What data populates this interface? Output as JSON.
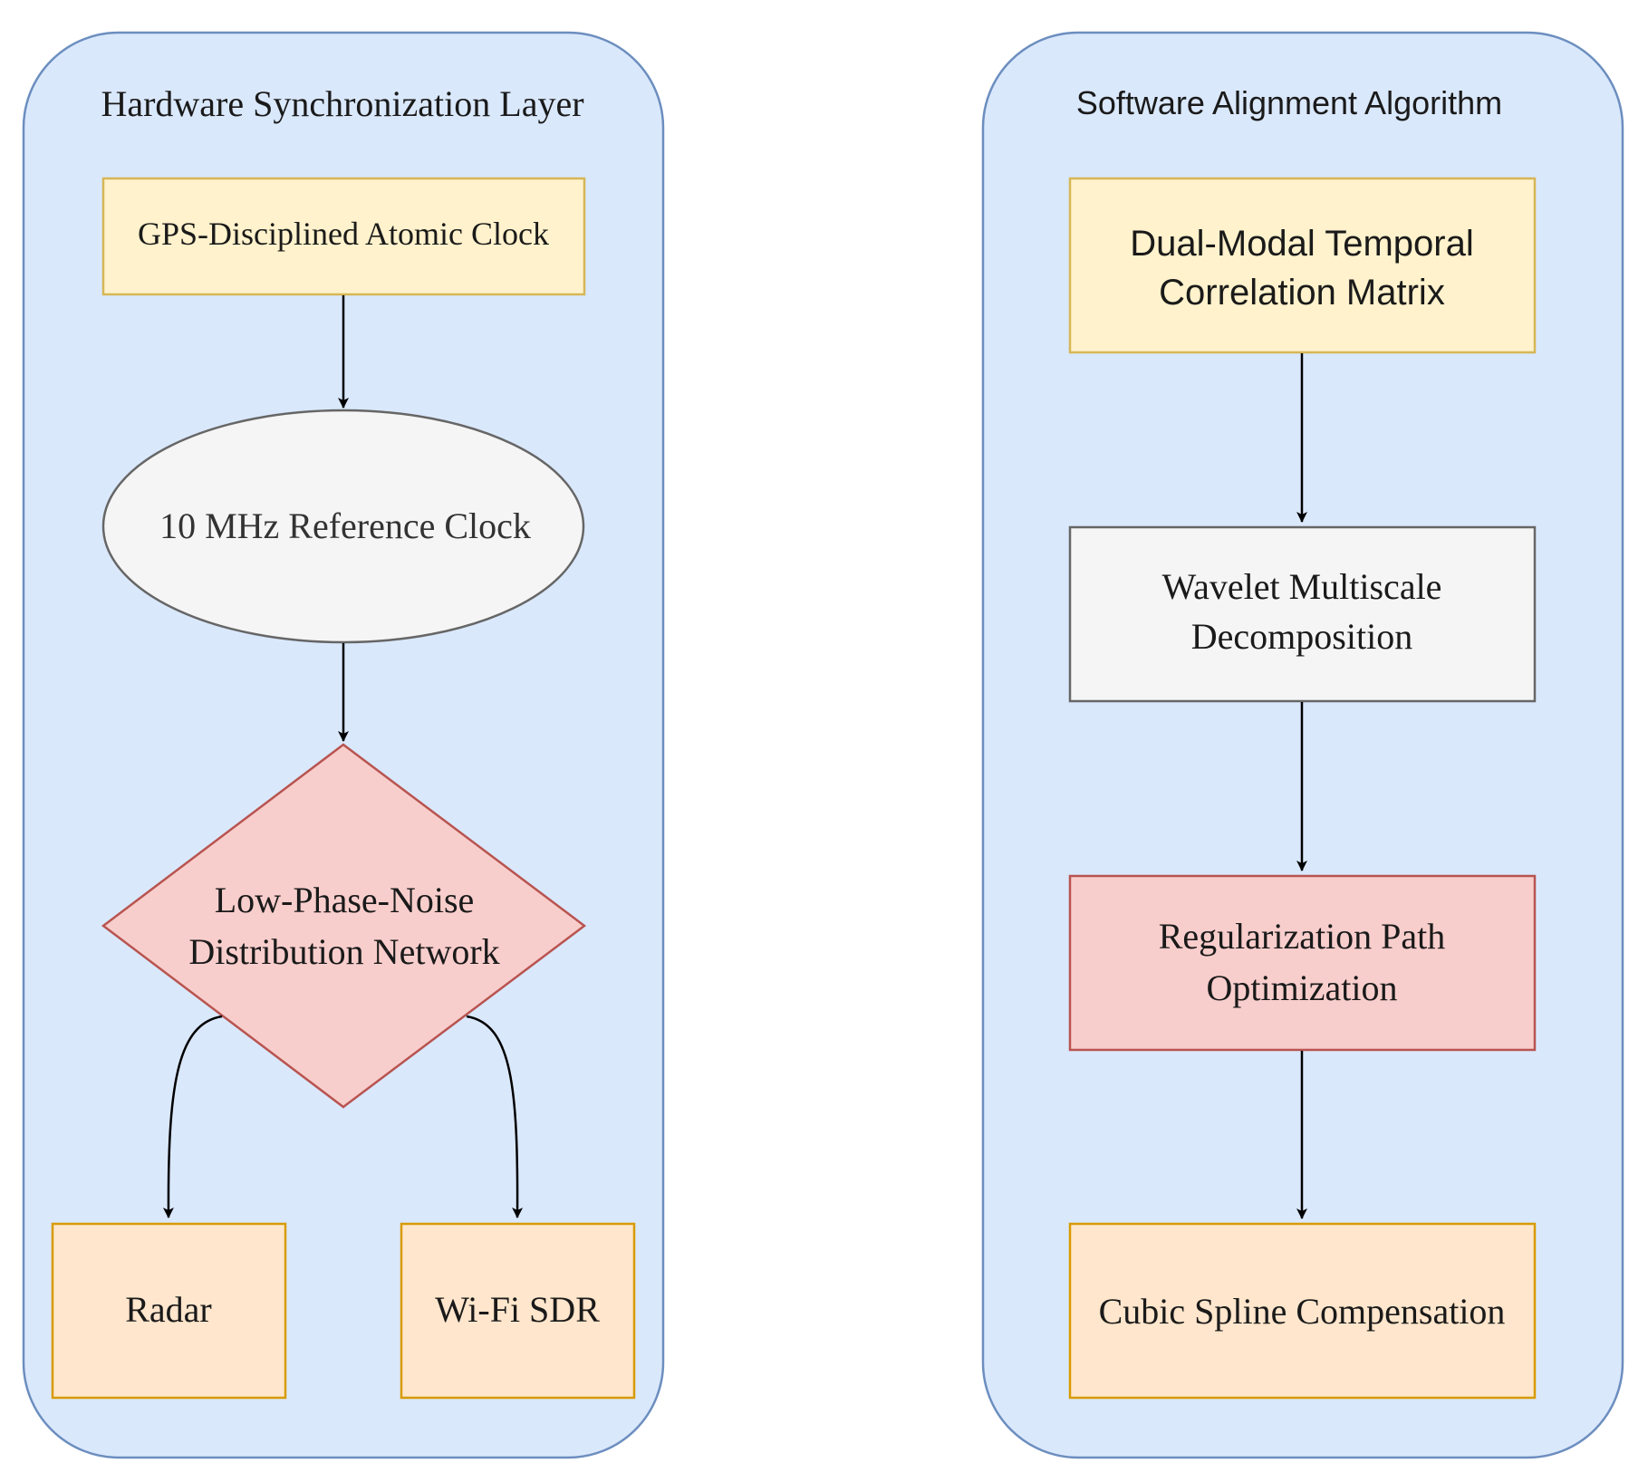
{
  "colors": {
    "panel_fill": "#dae8fc",
    "panel_stroke": "#6c8ebf",
    "yellow_fill": "#fff2cc",
    "yellow_stroke": "#d6b656",
    "gray_fill": "#f5f5f5",
    "gray_stroke": "#666666",
    "red_fill": "#f8cecc",
    "red_stroke": "#b85450",
    "orange_fill": "#ffe6cc",
    "orange_stroke": "#d79b00",
    "edge": "#000000"
  },
  "left_panel": {
    "title": "Hardware Synchronization Layer",
    "gps": "GPS-Disciplined Atomic Clock",
    "ref_clock": "10 MHz Reference Clock",
    "distribution": [
      "Low-Phase-Noise",
      "Distribution Network"
    ],
    "radar": "Radar",
    "wifi": "Wi-Fi SDR"
  },
  "right_panel": {
    "title": "Software Alignment Algorithm",
    "correlation": [
      "Dual-Modal Temporal",
      "Correlation Matrix"
    ],
    "wavelet": [
      "Wavelet Multiscale",
      "Decomposition"
    ],
    "regularization": [
      "Regularization Path",
      "Optimization"
    ],
    "spline": "Cubic Spline Compensation"
  }
}
